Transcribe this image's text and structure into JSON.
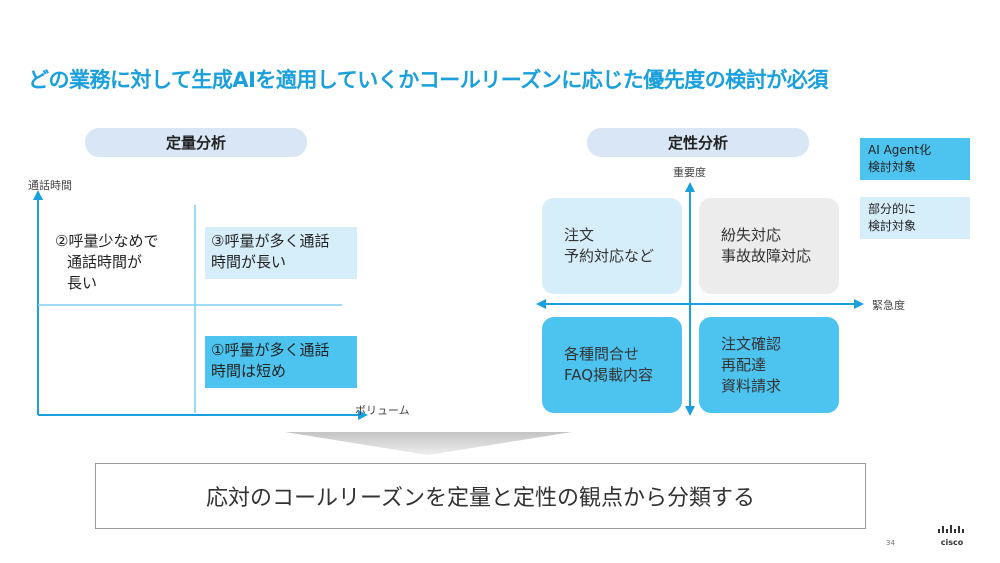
{
  "slide": {
    "title": "どの業務に対して生成AIを適用していくかコールリーズンに応じた優先度の検討が必須",
    "page_number": "34"
  },
  "quantitative": {
    "header": "定量分析",
    "y_axis_label": "通話時間",
    "x_axis_label": "ボリューム",
    "q2_line1": "②呼量少なめで",
    "q2_line2": "通話時間が",
    "q2_line3": "長い",
    "q3_line1": "③呼量が多く通話",
    "q3_line2": "時間が長い",
    "q1_line1": "①呼量が多く通話",
    "q1_line2": "時間は短め"
  },
  "qualitative": {
    "header": "定性分析",
    "y_axis_label": "重要度",
    "x_axis_label": "緊急度",
    "top_left_line1": "注文",
    "top_left_line2": "予約対応など",
    "top_right_line1": "紛失対応",
    "top_right_line2": "事故故障対応",
    "bottom_left_line1": "各種問合せ",
    "bottom_left_line2": "FAQ掲載内容",
    "bottom_right_line1": "注文確認",
    "bottom_right_line2": "再配達",
    "bottom_right_line3": "資料請求"
  },
  "legend": {
    "dark_line1": "AI Agent化",
    "dark_line2": "検討対象",
    "light_line1": "部分的に",
    "light_line2": "検討対象"
  },
  "conclusion": "応対のコールリーズンを定量と定性の観点から分類する",
  "logo_text": "cisco",
  "colors": {
    "title": "#1aa0dc",
    "dark_highlight": "#4dc4f0",
    "light_highlight": "#d6eefa",
    "gray_quadrant": "#ececec",
    "pill": "#d8e6f5",
    "axis": "#1aa0dc"
  }
}
